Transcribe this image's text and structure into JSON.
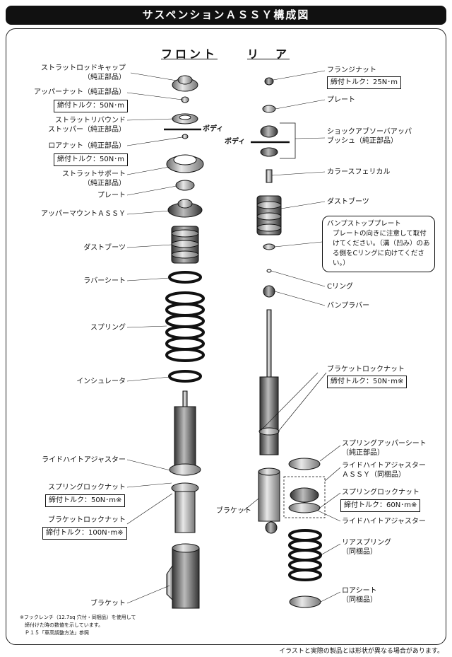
{
  "title": "サスペンションＡＳＳＹ構成図",
  "headers": {
    "front": "フロント",
    "rear": "リ　ア"
  },
  "front_labels": {
    "strut_rod_cap": "ストラットロッドキャップ\n（純正部品）",
    "upper_nut": "アッパーナット（純正部品）",
    "upper_nut_torque": "締付トルク：50N･m",
    "rebound_stopper": "ストラットリバウンド\nストッパー（純正部品）",
    "body": "ボディ",
    "lower_nut": "ロアナット（純正部品）",
    "lower_nut_torque": "締付トルク：50N･m",
    "strut_support": "ストラットサポート\n（純正部品）",
    "plate": "プレート",
    "upper_mount": "アッパーマウントＡＳＳＹ",
    "dust_boot": "ダストブーツ",
    "rubber_seat": "ラバーシート",
    "spring": "スプリング",
    "insulator": "インシュレータ",
    "ride_height_adjuster": "ライドハイトアジャスター",
    "spring_lock_nut": "スプリングロックナット",
    "spring_lock_torque": "締付トルク：50N･m※",
    "bracket_lock_nut": "ブラケットロックナット",
    "bracket_lock_torque": "締付トルク：100N･m※",
    "bracket": "ブラケット"
  },
  "rear_labels": {
    "flange_nut": "フランジナット",
    "flange_torque": "締付トルク：25N･m",
    "plate": "プレート",
    "body": "ボディ",
    "shock_bush": "ショックアブソーバアッパ\nブッシュ（純正部品）",
    "collar": "カラースフェリカル",
    "dust_boot": "ダストブーツ",
    "bump_plate_title": "バンプストッププレート",
    "bump_plate_body": "プレートの向きに注意して取付けてください。（溝（凹み）のある側をCリングに向けてください。）",
    "c_ring": "Cリング",
    "bump_rubber": "バンプラバー",
    "bracket_lock_nut": "ブラケットロックナット",
    "bracket_lock_torque": "締付トルク：50N･m※",
    "spring_upper_seat": "スプリングアッパーシート\n（純正部品）",
    "ride_height_assy": "ライドハイトアジャスター\nＡＳＳＹ（同梱品）",
    "spring_lock_nut": "スプリングロックナット",
    "spring_lock_torque": "締付トルク：60N･m※",
    "ride_height_adjuster": "ライドハイトアジャスター",
    "bracket": "ブラケット",
    "rear_spring": "リアスプリング\n（同梱品）",
    "lower_seat": "ロアシート\n（同梱品）"
  },
  "footnote": "※フックレンチ（12.7sq 穴付・同梱品）を使用して\n　締付けた時の数値を示しています。\n　Ｐ１５「車高調整方法」参照",
  "disclaimer": "イラストと実際の製品とは形状が異なる場合があります。"
}
